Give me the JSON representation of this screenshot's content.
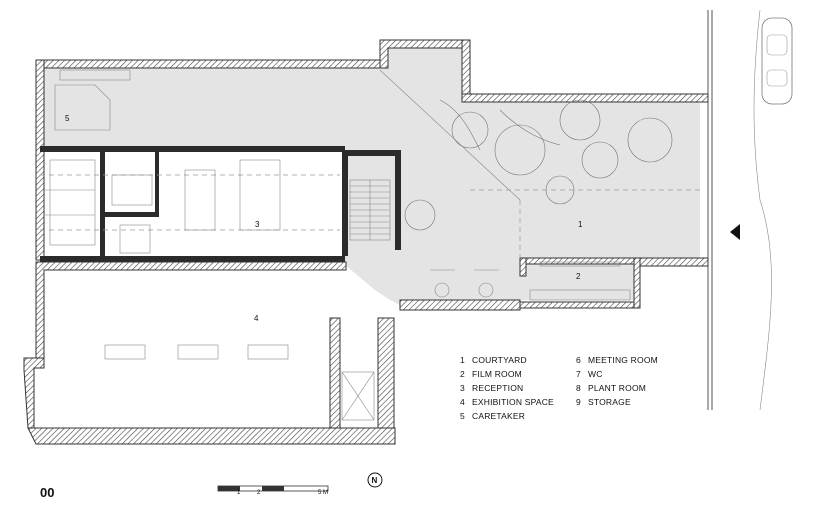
{
  "drawing": {
    "sheet_number": "00",
    "rooms": [
      {
        "id": "courtyard",
        "number": "1"
      },
      {
        "id": "film-room",
        "number": "2"
      },
      {
        "id": "reception",
        "number": "3"
      },
      {
        "id": "exhibition-space",
        "number": "4"
      },
      {
        "id": "caretaker",
        "number": "5"
      }
    ],
    "legend": [
      {
        "number": "1",
        "label": "COURTYARD"
      },
      {
        "number": "2",
        "label": "FILM ROOM"
      },
      {
        "number": "3",
        "label": "RECEPTION"
      },
      {
        "number": "4",
        "label": "EXHIBITION SPACE"
      },
      {
        "number": "5",
        "label": "CARETAKER"
      },
      {
        "number": "6",
        "label": "MEETING ROOM"
      },
      {
        "number": "7",
        "label": "WC"
      },
      {
        "number": "8",
        "label": "PLANT ROOM"
      },
      {
        "number": "9",
        "label": "STORAGE"
      }
    ],
    "scale_bar": {
      "ticks": [
        "1",
        "2",
        "5 M"
      ]
    },
    "north_arrow": {
      "label": "N"
    }
  }
}
